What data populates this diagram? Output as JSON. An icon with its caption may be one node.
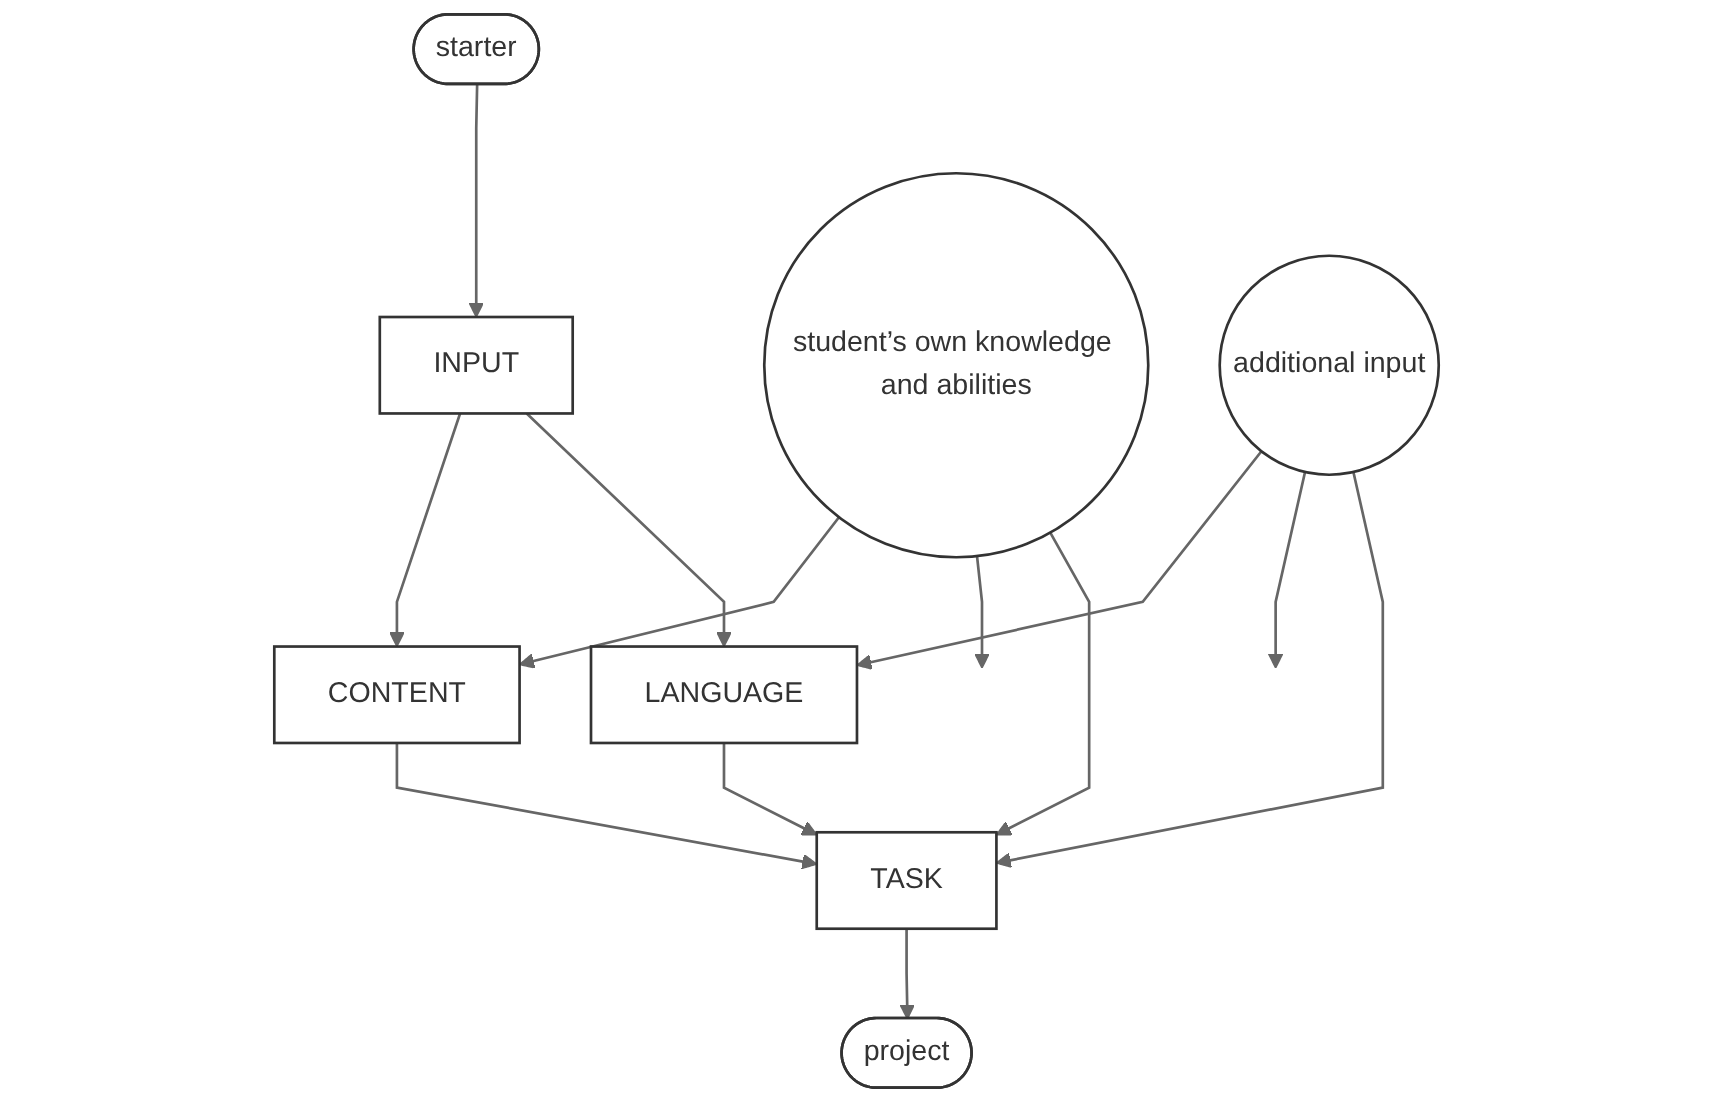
{
  "diagram": {
    "nodes": [
      {
        "text": [
          "starter"
        ]
      },
      {
        "text": [
          "INPUT"
        ]
      },
      {
        "text": [
          "CONTENT"
        ]
      },
      {
        "text": [
          "LANGUAGE"
        ]
      },
      {
        "text": [
          "TASK"
        ]
      },
      {
        "text": [
          "project"
        ]
      },
      {
        "text": [
          "student’s own knowledge and abilities"
        ]
      },
      {
        "text": [
          "additional input"
        ]
      }
    ],
    "edges": [
      {
        "from": 0,
        "to": 1,
        "arrow": "to"
      },
      {
        "from": 1,
        "to": 2,
        "arrow": "to"
      },
      {
        "from": 1,
        "to": 3,
        "arrow": "to"
      },
      {
        "from": 2,
        "to": 4,
        "arrow": "to"
      },
      {
        "from": 3,
        "to": 4,
        "arrow": "to"
      },
      {
        "from": 4,
        "to": 5,
        "arrow": "to"
      },
      {
        "from": 6,
        "to": 2,
        "arrow": "to"
      },
      {
        "from": 6,
        "to": null,
        "arrow": "to"
      },
      {
        "from": 6,
        "to": 4,
        "arrow": "to"
      },
      {
        "from": 7,
        "to": 3,
        "arrow": "to"
      },
      {
        "from": 7,
        "to": null,
        "arrow": "to"
      },
      {
        "from": 7,
        "to": 4,
        "arrow": "to"
      }
    ]
  }
}
